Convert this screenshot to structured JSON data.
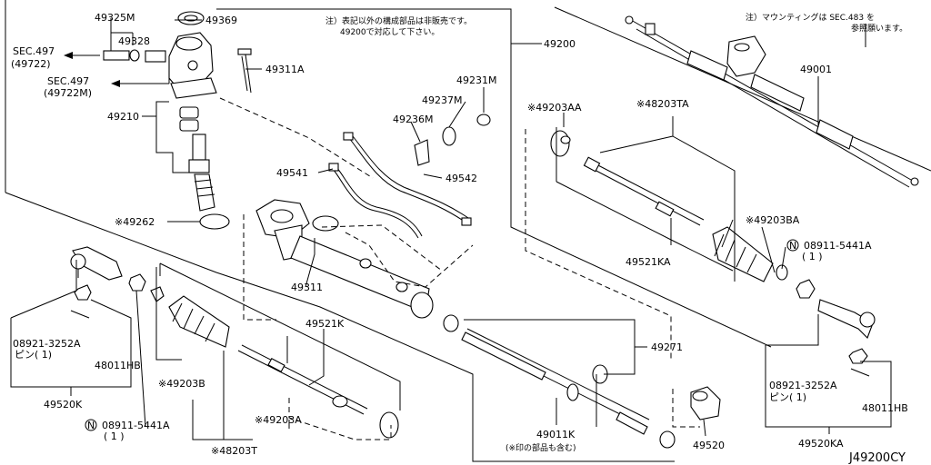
{
  "notes": {
    "top_left_line1": "注）表記以外の構成部品は非販売です。",
    "top_left_line2": "49200で対応して下さい。",
    "top_right_line1": "注）マウンティングは SEC.483 を",
    "top_right_line2": "参照願います。"
  },
  "sec_refs": {
    "ref1_title": "SEC.497",
    "ref1_code": "(49722)",
    "ref2_title": "SEC.497",
    "ref2_code": "(49722M)"
  },
  "labels": {
    "p49325M": "49325M",
    "p49369": "49369",
    "p49328": "49328",
    "p49311A": "49311A",
    "p49210": "49210",
    "p49262": "※49262",
    "p49231M": "49231M",
    "p49237M": "49237M",
    "p49236M": "49236M",
    "p49541": "49541",
    "p49542": "49542",
    "p49311": "49311",
    "p49200": "49200",
    "p49203AA": "※49203AA",
    "p48203TA": "※48203TA",
    "p49001": "49001",
    "p49203BA": "※49203BA",
    "p08911_right": "08911-5441A",
    "p08911_right_qty": "( 1 )",
    "p49521KA": "49521KA",
    "p49521K": "49521K",
    "p49203B": "※49203B",
    "p49203A": "※49203A",
    "p08911_left": "08911-5441A",
    "p08911_left_qty": "( 1 )",
    "p48203T": "※48203T",
    "p08921_left": "08921-3252A",
    "p08921_left_sub": "ピン( 1)",
    "p48011HB_left": "48011HB",
    "p49520K": "49520K",
    "p49271": "49271",
    "p49011K": "49011K",
    "p49011K_sub": "(※印の部品も含む)",
    "p49520": "49520",
    "p08921_right": "08921-3252A",
    "p08921_right_sub": "ピン( 1)",
    "p48011HB_right": "48011HB",
    "p49520KA": "49520KA",
    "n_symbol": "N",
    "diagram_code": "J49200CY"
  }
}
